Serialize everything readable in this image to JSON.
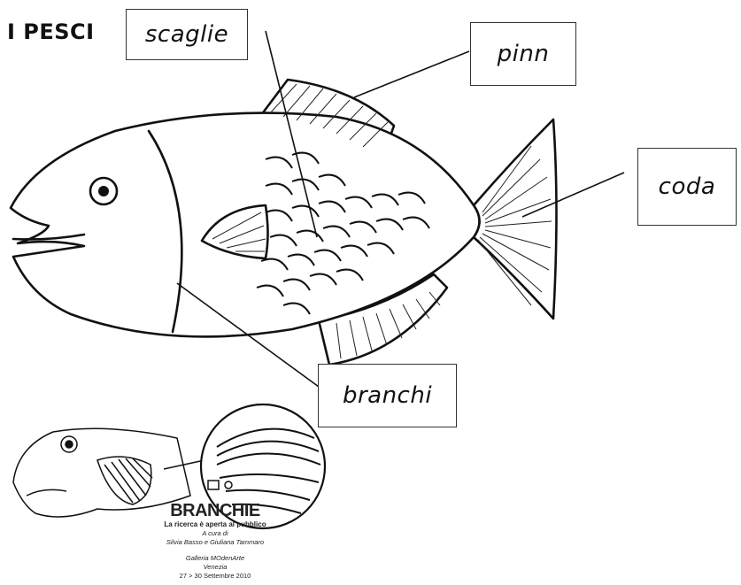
{
  "title": "I PESCI",
  "labels": {
    "scales": "scaglie",
    "fins": "pinn",
    "tail": "coda",
    "gills": "branchi"
  },
  "poster": {
    "title": "BRANCHIE",
    "subtitle": "La ricerca è aperta al pubblico",
    "curated_by": "A cura di",
    "authors": "Silvia Basso e Giuliana Tammaro",
    "gallery": "Galleria MOdenArte",
    "city": "Venezia",
    "dates": "27 > 30 Settembre 2010"
  }
}
